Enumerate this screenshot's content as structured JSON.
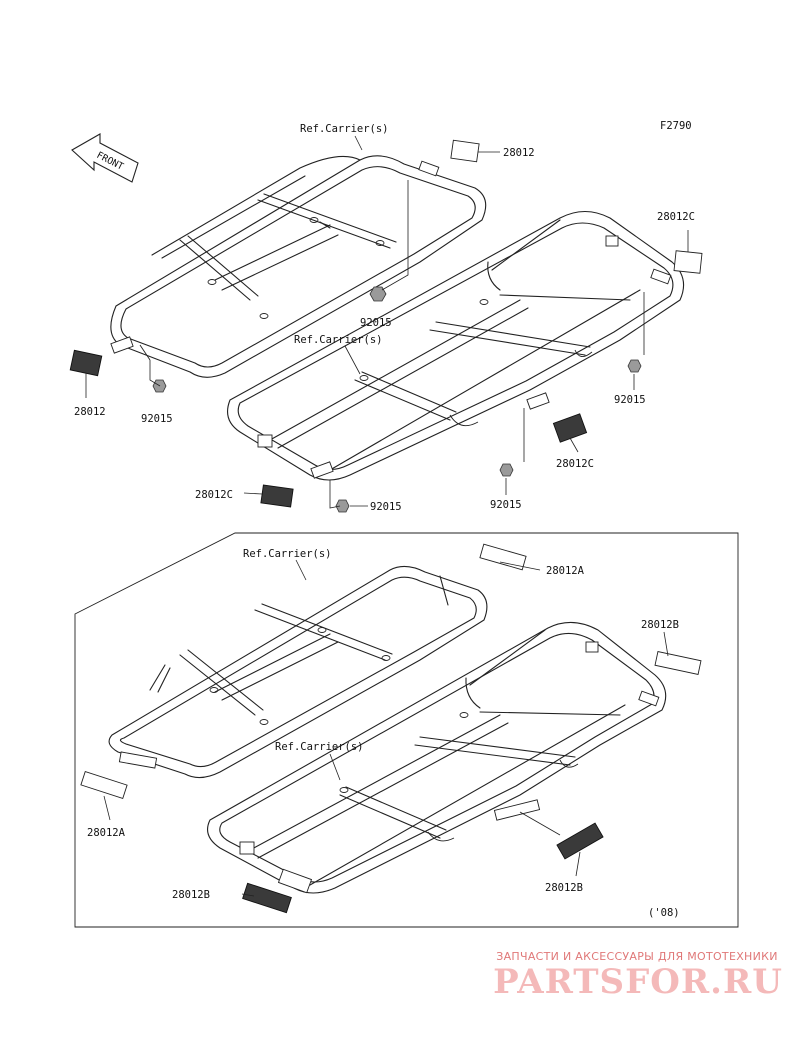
{
  "figure_id": "F2790",
  "front_label": "FRONT",
  "labels": {
    "ref_carrier": "Ref.Carrier(s)",
    "part_28012": "28012",
    "part_28012A": "28012A",
    "part_28012B": "28012B",
    "part_28012C": "28012C",
    "part_92015": "92015",
    "year_note": "('08)"
  },
  "watermark": {
    "tagline": "ЗАПЧАСТИ И АКСЕССУАРЫ ДЛЯ МОТОТЕХНИКИ",
    "brand": "PARTSFOR.RU"
  }
}
